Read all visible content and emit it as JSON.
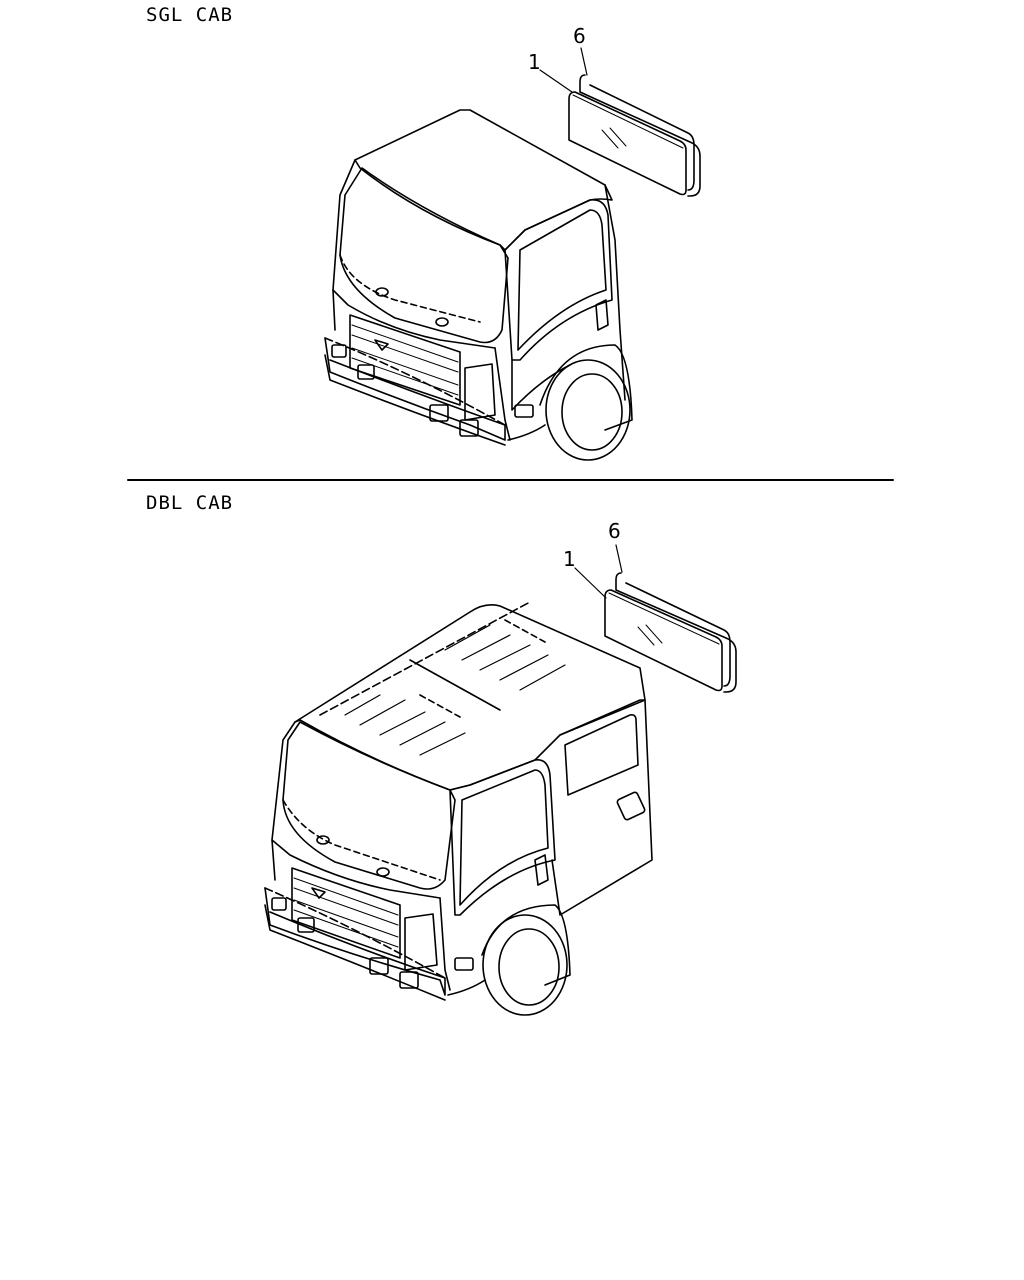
{
  "sections": [
    {
      "title": "SGL CAB",
      "callouts": [
        "1",
        "6"
      ]
    },
    {
      "title": "DBL CAB",
      "callouts": [
        "1",
        "6"
      ]
    }
  ],
  "colors": {
    "line": "#000000",
    "background": "#ffffff"
  }
}
